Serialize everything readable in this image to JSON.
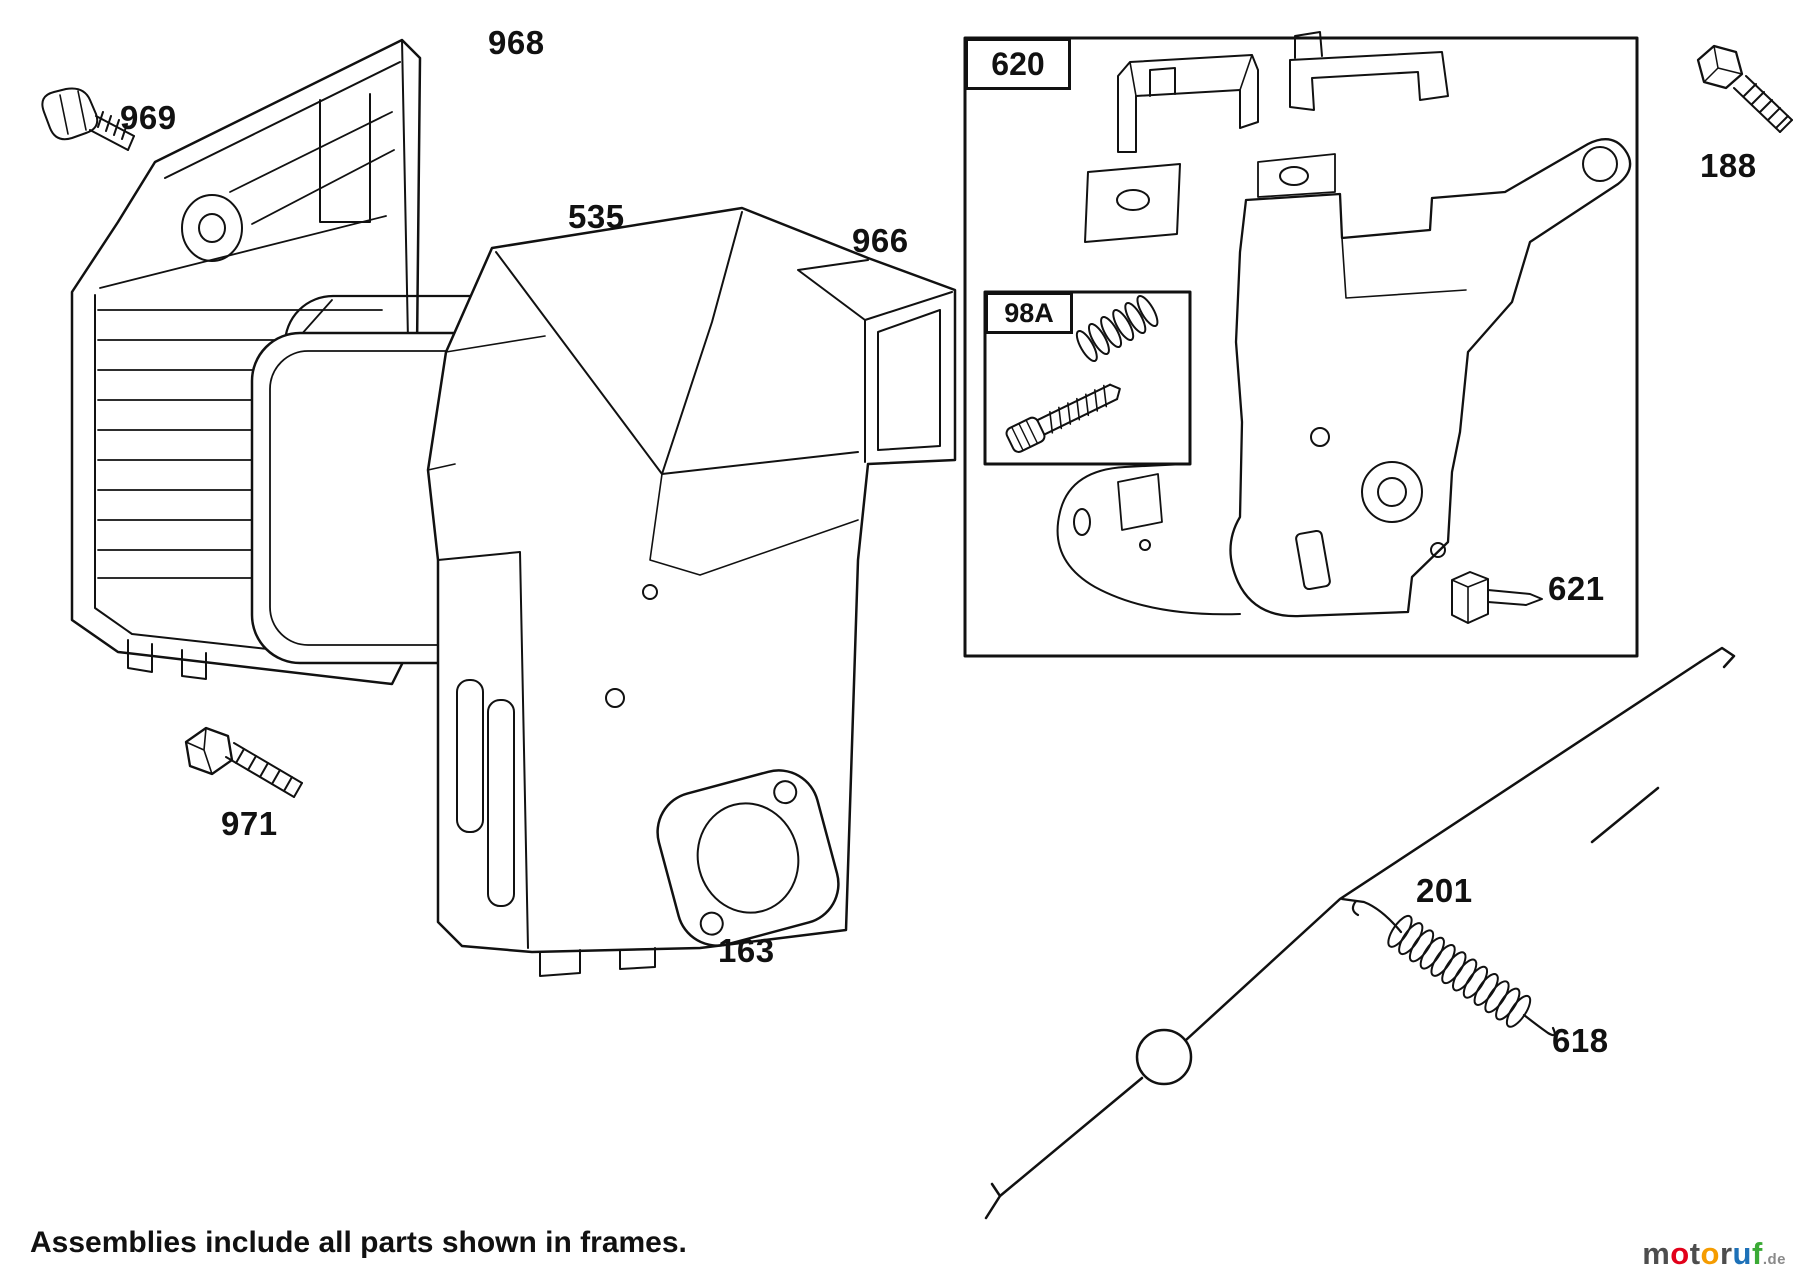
{
  "diagram": {
    "footer_note": "Assemblies include all parts shown in frames.",
    "labels": {
      "p969": "969",
      "p968": "968",
      "p535": "535",
      "p966": "966",
      "p971": "971",
      "p163": "163",
      "p620": "620",
      "p98A": "98A",
      "p621": "621",
      "p188": "188",
      "p201": "201",
      "p618": "618"
    }
  },
  "colors": {
    "ink": "#111111",
    "background": "#ffffff"
  },
  "watermark": {
    "text": "motoruf.de",
    "letters": [
      {
        "ch": "m",
        "color": "#4d4d4d"
      },
      {
        "ch": "o",
        "color": "#e2001a"
      },
      {
        "ch": "t",
        "color": "#4d4d4d"
      },
      {
        "ch": "o",
        "color": "#f59c00"
      },
      {
        "ch": "r",
        "color": "#4d4d4d"
      },
      {
        "ch": "u",
        "color": "#1d71b8"
      },
      {
        "ch": "f",
        "color": "#3aaa35"
      },
      {
        "ch": ".de",
        "color": "#8a8a8a",
        "small": true
      }
    ]
  }
}
